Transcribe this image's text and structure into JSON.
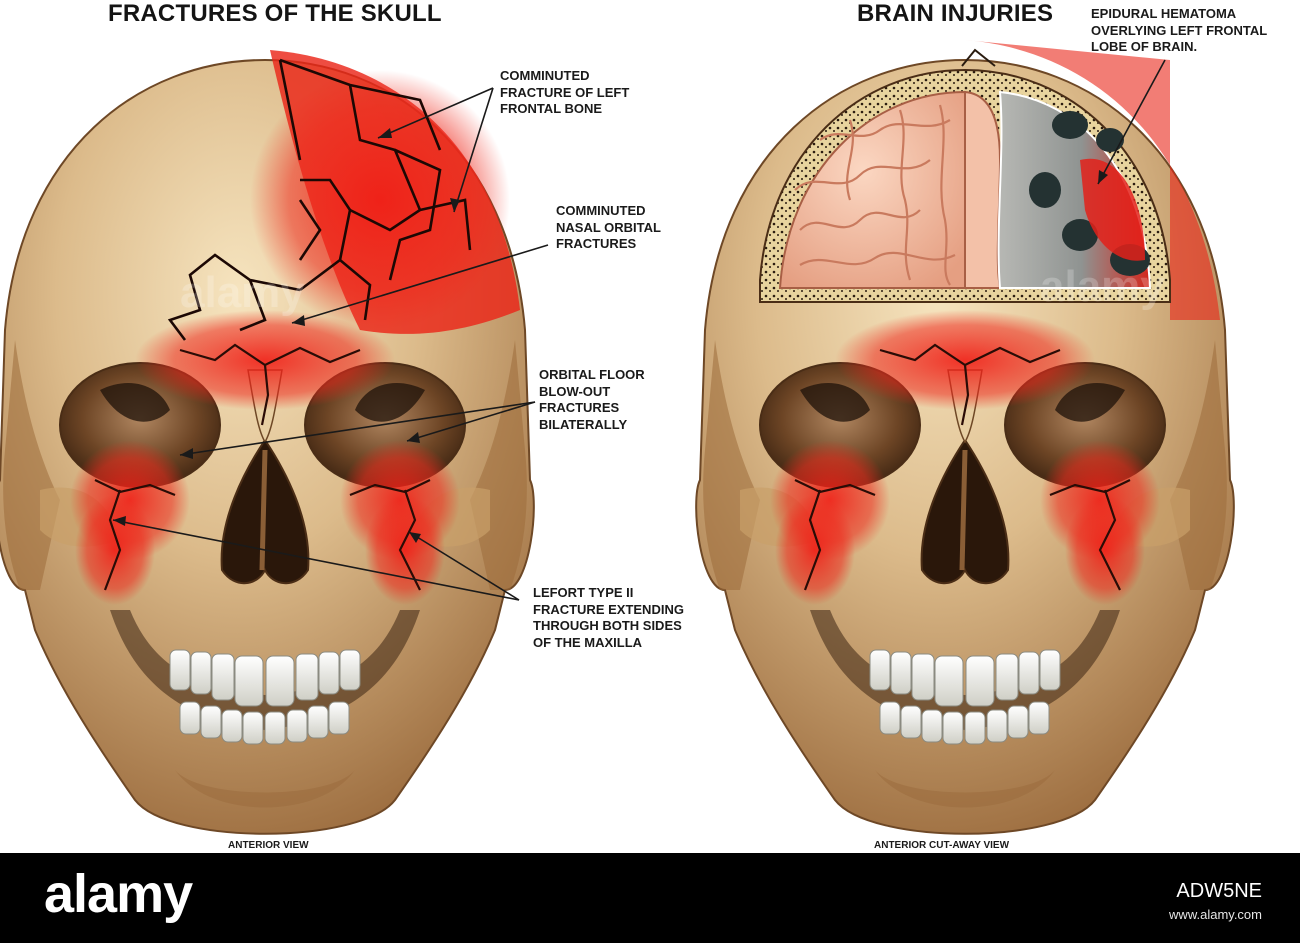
{
  "titles": {
    "left": "FRACTURES OF THE SKULL",
    "right": "BRAIN INJURIES"
  },
  "labels": {
    "frontal": [
      "COMMINUTED",
      "FRACTURE OF LEFT",
      "FRONTAL BONE"
    ],
    "nasal": [
      "COMMINUTED",
      "NASAL ORBITAL",
      "FRACTURES"
    ],
    "orbital": [
      "ORBITAL FLOOR",
      "BLOW-OUT",
      "FRACTURES",
      "BILATERALLY"
    ],
    "lefort": [
      "LEFORT TYPE II",
      "FRACTURE EXTENDING",
      "THROUGH BOTH SIDES",
      "OF THE MAXILLA"
    ],
    "epidural": [
      "EPIDURAL HEMATOMA",
      "OVERLYING LEFT FRONTAL",
      "LOBE OF BRAIN."
    ]
  },
  "captions": {
    "left": "ANTERIOR VIEW",
    "right": "ANTERIOR CUT-AWAY VIEW"
  },
  "watermark": "alamy",
  "footer": {
    "logo": "alamy",
    "image_id": "ADW5NE",
    "url": "www.alamy.com"
  },
  "colors": {
    "bone": "#d9b98a",
    "bone_shadow": "#8a5a2e",
    "injury_red": "#e8231c",
    "brain": "#f2b9a0",
    "hematoma_dark": "#2f3a3a"
  }
}
